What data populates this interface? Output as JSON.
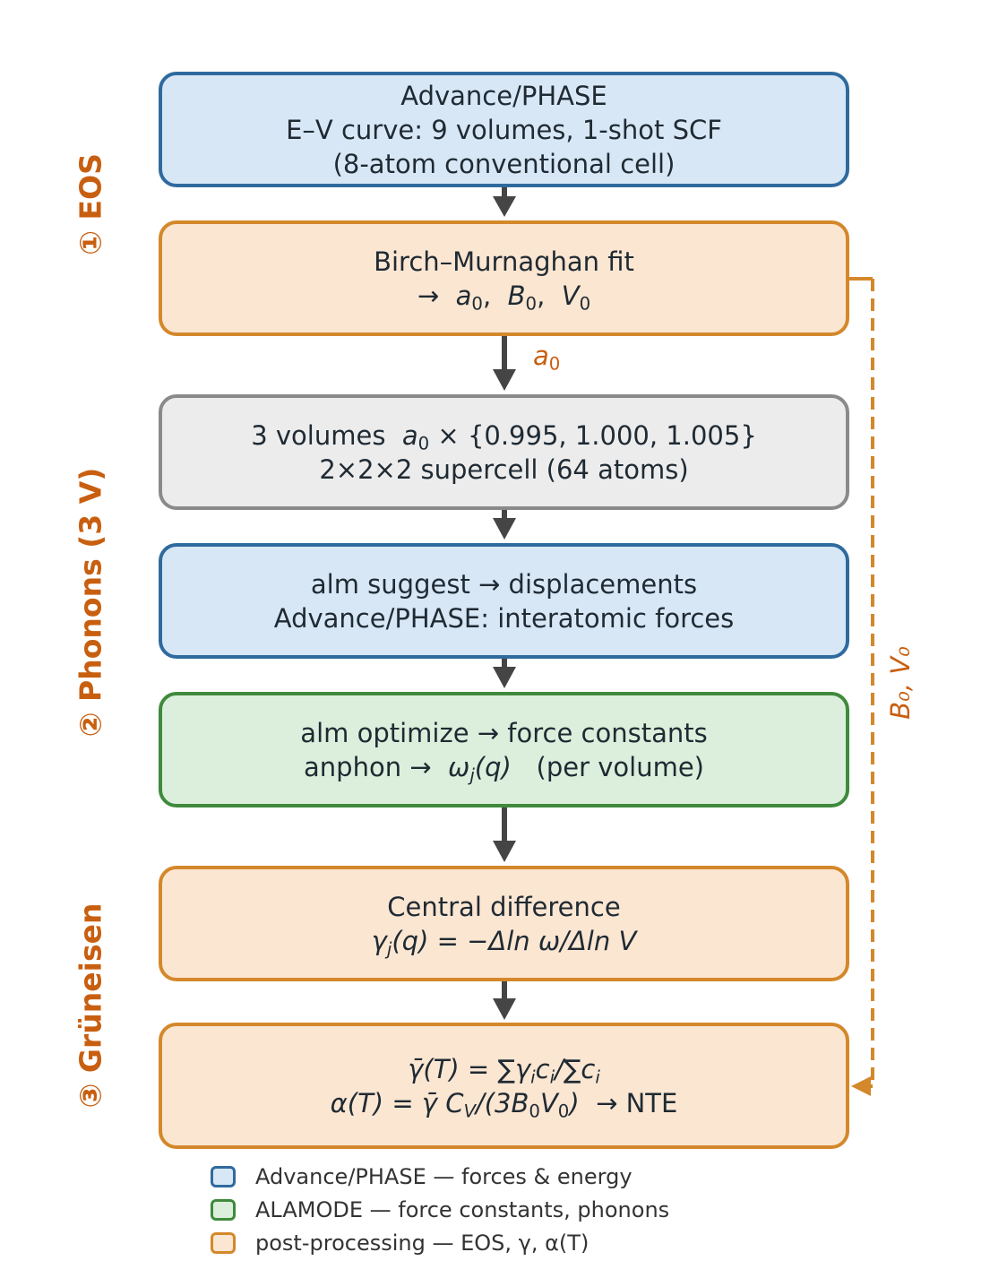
{
  "stages": {
    "eos": "① EOS",
    "phonons": "② Phonons (3 V)",
    "gruneisen": "③ Grüneisen"
  },
  "boxes": {
    "ev_curve": {
      "line1": "Advance/PHASE",
      "line2": "E–V curve: 9 volumes, 1-shot SCF",
      "line3": "(8-atom conventional cell)"
    },
    "birch": {
      "line1": "Birch–Murnaghan fit",
      "arrow": "→",
      "a": "a",
      "b": "B",
      "v": "V",
      "sub0": "0",
      "comma": ","
    },
    "volumes": {
      "prefix": "3 volumes",
      "a": "a",
      "sub0": "0",
      "set": "× {0.995, 1.000, 1.005}",
      "line2": "2×2×2 supercell (64 atoms)"
    },
    "alm_suggest": {
      "line1": "alm suggest → displacements",
      "line2": "Advance/PHASE: interatomic forces"
    },
    "alm_optimize": {
      "line1": "alm optimize → force constants",
      "line2_prefix": "anphon →",
      "omega": "ω",
      "j": "j",
      "q": "(q)",
      "line2_suffix": "(per volume)"
    },
    "central": {
      "line1": "Central difference",
      "gamma": "γ",
      "j": "j",
      "rest": "(q) = −Δln ω/Δln V"
    },
    "final": {
      "gbar": "γ̄(T) = ∑",
      "gamma": "γ",
      "i": "i",
      "c": "c",
      "div": "/∑",
      "alpha": "α(T) = γ̄ C",
      "vsub": "V",
      "mid": "/(3B",
      "zero": "0",
      "v0": "V",
      "close": ")",
      "nte": "→ NTE"
    }
  },
  "annotations": {
    "a0": "a",
    "a0_sub": "0",
    "b0v0": "B₀, V₀"
  },
  "legend": [
    {
      "color": "blue",
      "label": "Advance/PHASE — forces & energy"
    },
    {
      "color": "green",
      "label": "ALAMODE — force constants, phonons"
    },
    {
      "color": "orange",
      "label": "post-processing — EOS, γ, α(T)"
    }
  ],
  "colors": {
    "blue_fill": "#d8e7f6",
    "blue_border": "#2f6a9e",
    "orange_fill": "#fbe6d2",
    "orange_border": "#d4882b",
    "gray_fill": "#ececec",
    "gray_border": "#8a8a8a",
    "green_fill": "#dcefdc",
    "green_border": "#3f8a3c",
    "stage_text": "#c85f10",
    "arrow": "#454545"
  }
}
